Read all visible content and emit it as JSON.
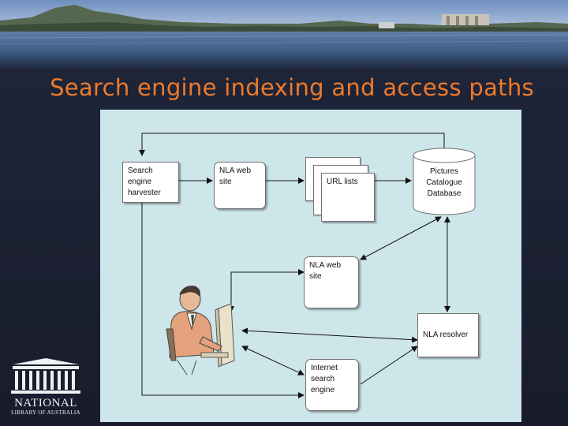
{
  "slide": {
    "title": "Search engine indexing and access paths"
  },
  "diagram": {
    "nodes": {
      "harvester": "Search\nengine\nharvester",
      "nla_site_top": "NLA web\nsite",
      "url_lists": "URL lists",
      "pictures_db": "Pictures\nCatalogue\nDatabase",
      "nla_site_mid": "NLA web\nsite",
      "resolver": "NLA resolver",
      "internet_search": "Internet\nsearch\nengine"
    }
  },
  "logo": {
    "line1": "NATIONAL",
    "line2": "LIBRARY OF AUSTRALIA"
  },
  "colors": {
    "title": "#ee7a2a",
    "panel": "#cde6ea",
    "background": "#1b2033"
  }
}
